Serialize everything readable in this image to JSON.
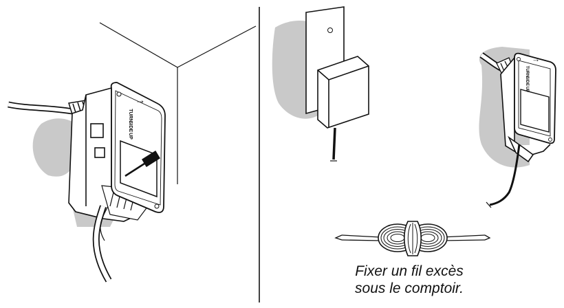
{
  "cover_label": {
    "arrow": "↑",
    "words": [
      "TURN",
      "SIDE",
      "UP"
    ]
  },
  "caption": {
    "line1": "Fixer un fil excès",
    "line2": "sous le comptoir."
  },
  "colors": {
    "ink": "#111111",
    "wall_shade": "#c9c9c9",
    "background": "#ffffff"
  }
}
